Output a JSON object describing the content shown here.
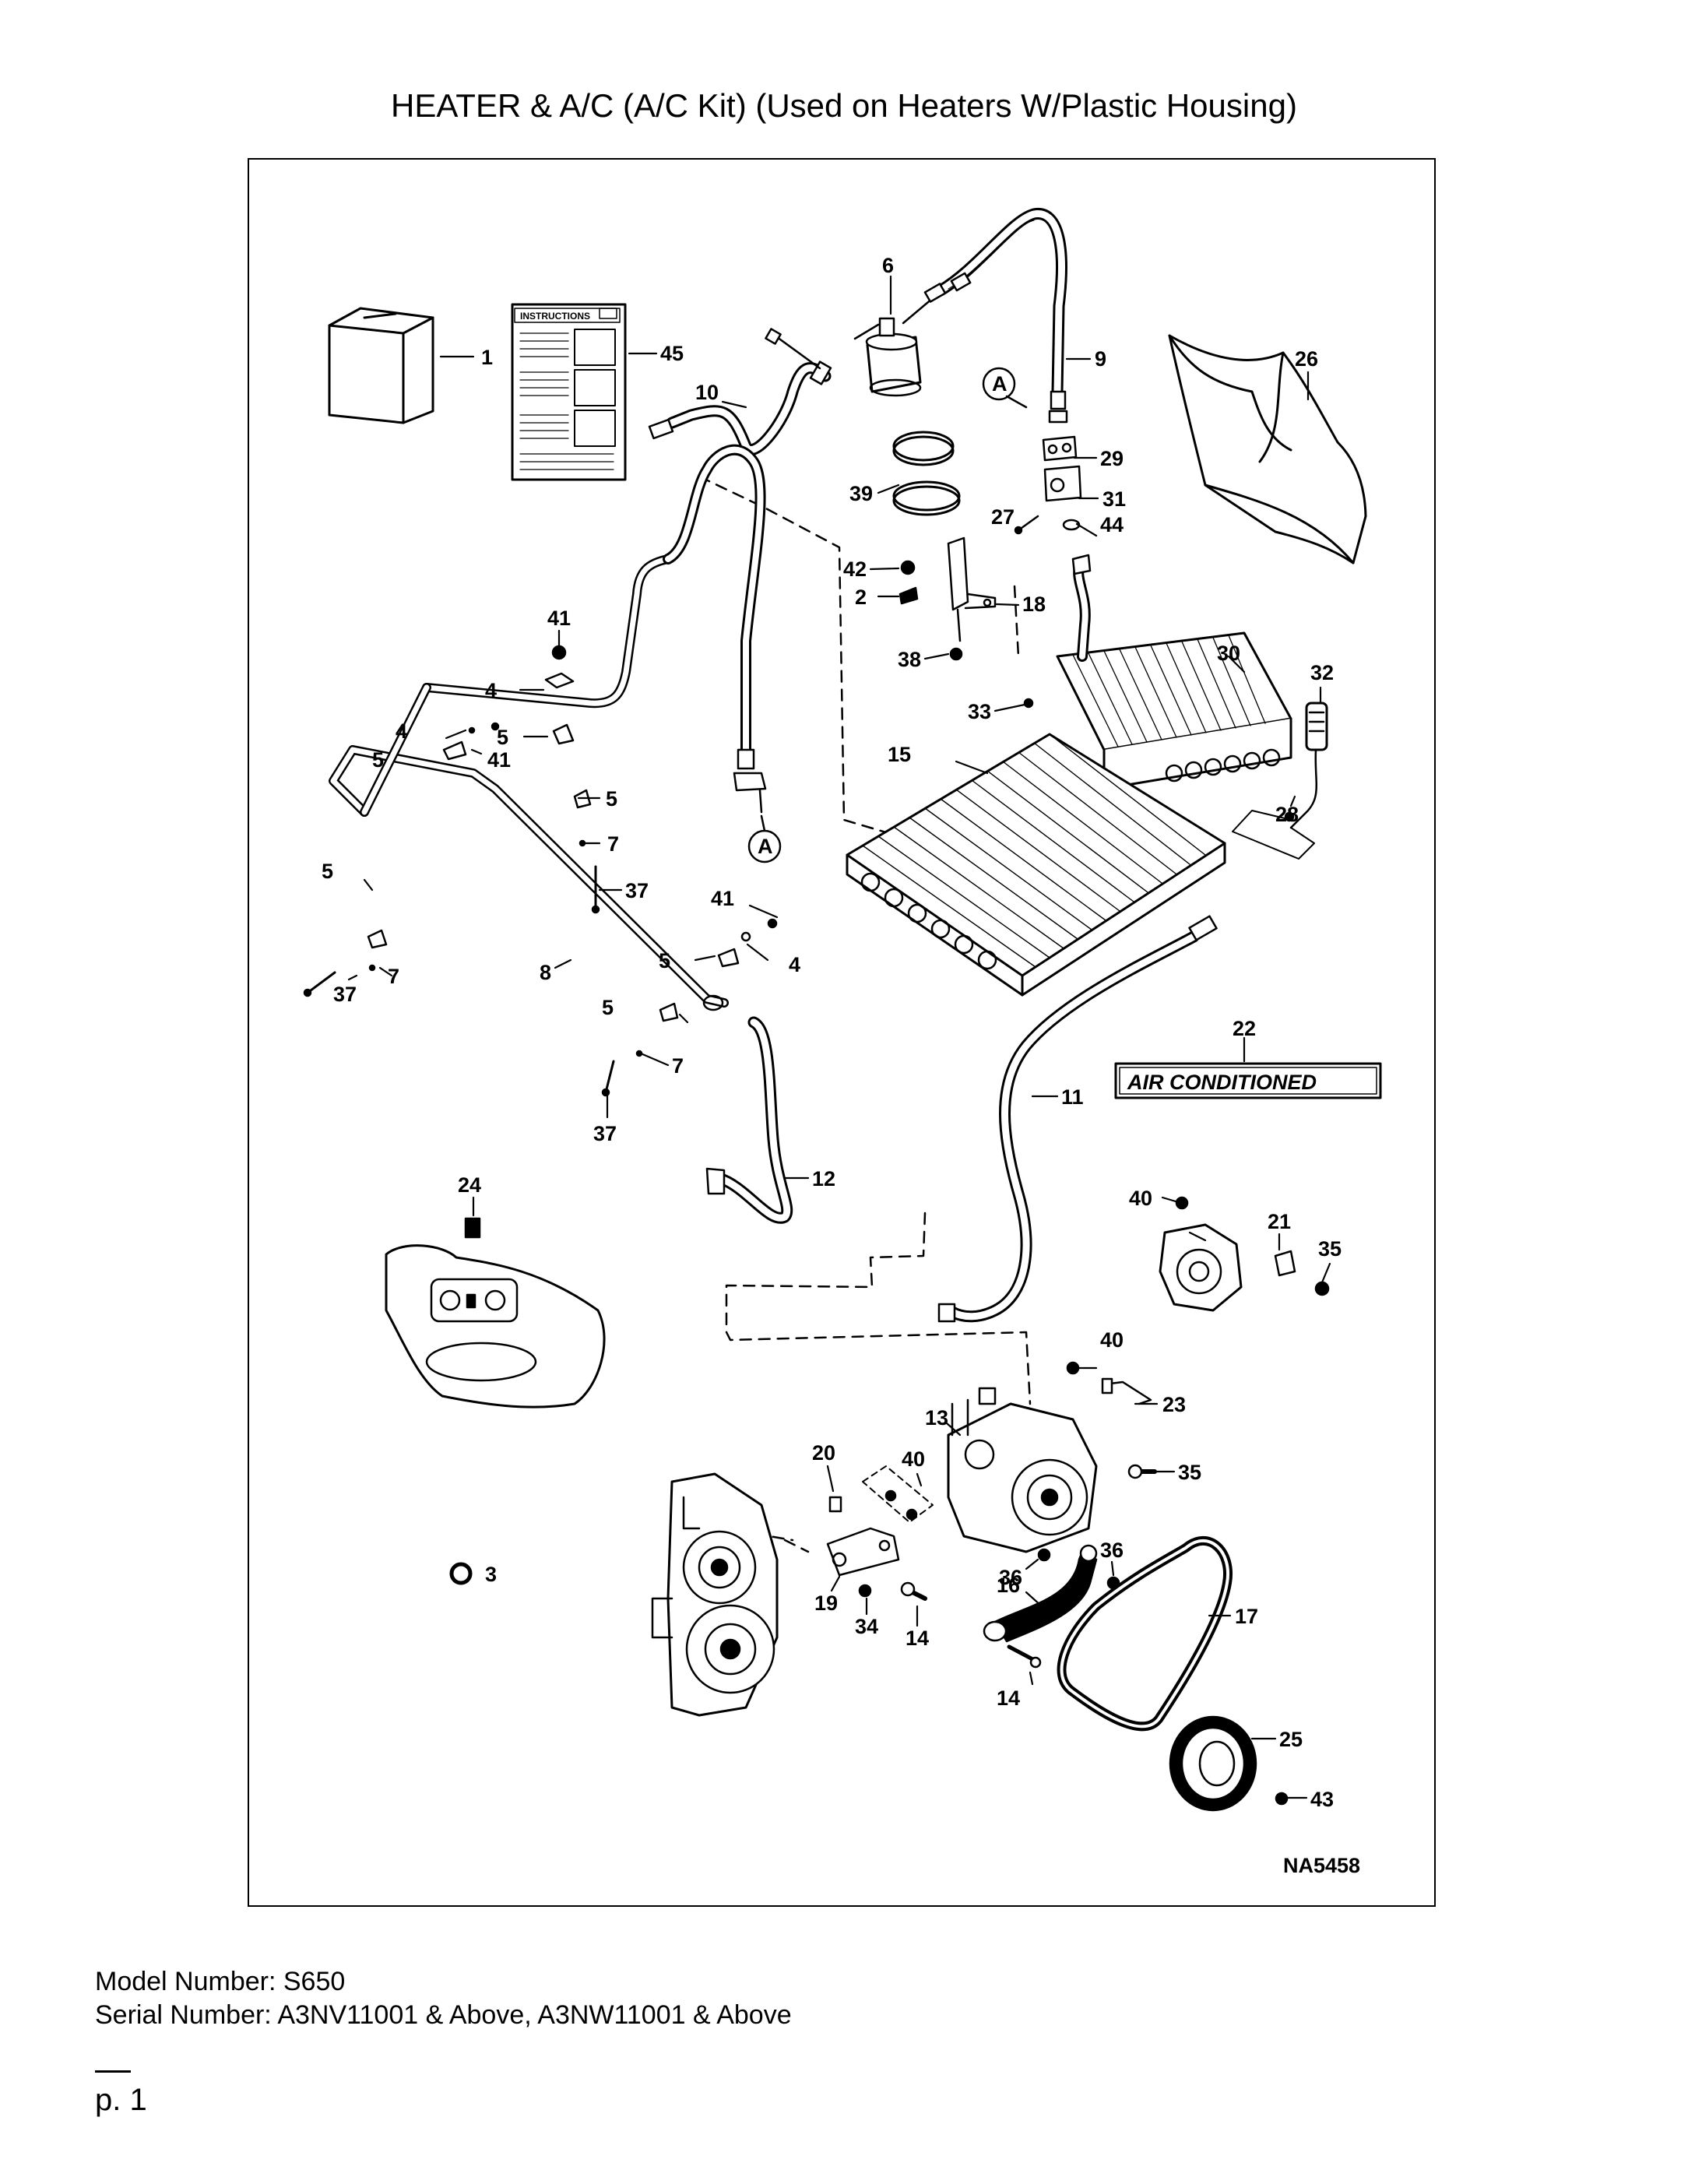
{
  "title": "HEATER & A/C (A/C Kit) (Used on Heaters W/Plastic Housing)",
  "figure_id": "NA5458",
  "instructions_label": "INSTRUCTIONS",
  "decal_text": "AIR CONDITIONED",
  "connector_marker": "A",
  "callouts": [
    {
      "n": "1"
    },
    {
      "n": "45"
    },
    {
      "n": "6"
    },
    {
      "n": "9"
    },
    {
      "n": "26"
    },
    {
      "n": "10"
    },
    {
      "n": "29"
    },
    {
      "n": "39"
    },
    {
      "n": "31"
    },
    {
      "n": "27"
    },
    {
      "n": "44"
    },
    {
      "n": "42"
    },
    {
      "n": "2"
    },
    {
      "n": "18"
    },
    {
      "n": "41"
    },
    {
      "n": "30"
    },
    {
      "n": "32"
    },
    {
      "n": "38"
    },
    {
      "n": "4"
    },
    {
      "n": "33"
    },
    {
      "n": "5"
    },
    {
      "n": "4"
    },
    {
      "n": "41"
    },
    {
      "n": "15"
    },
    {
      "n": "5"
    },
    {
      "n": "5"
    },
    {
      "n": "28"
    },
    {
      "n": "7"
    },
    {
      "n": "5"
    },
    {
      "n": "37"
    },
    {
      "n": "41"
    },
    {
      "n": "7"
    },
    {
      "n": "5"
    },
    {
      "n": "4"
    },
    {
      "n": "8"
    },
    {
      "n": "37"
    },
    {
      "n": "22"
    },
    {
      "n": "5"
    },
    {
      "n": "7"
    },
    {
      "n": "11"
    },
    {
      "n": "37"
    },
    {
      "n": "12"
    },
    {
      "n": "24"
    },
    {
      "n": "40"
    },
    {
      "n": "21"
    },
    {
      "n": "35"
    },
    {
      "n": "40"
    },
    {
      "n": "23"
    },
    {
      "n": "13"
    },
    {
      "n": "20"
    },
    {
      "n": "40"
    },
    {
      "n": "35"
    },
    {
      "n": "36"
    },
    {
      "n": "36"
    },
    {
      "n": "3"
    },
    {
      "n": "19"
    },
    {
      "n": "34"
    },
    {
      "n": "16"
    },
    {
      "n": "17"
    },
    {
      "n": "14"
    },
    {
      "n": "14"
    },
    {
      "n": "25"
    },
    {
      "n": "43"
    }
  ],
  "footer": {
    "model": "Model Number: S650",
    "serial": "Serial Number: A3NV11001 & Above, A3NW11001 & Above",
    "page": "p. 1"
  }
}
